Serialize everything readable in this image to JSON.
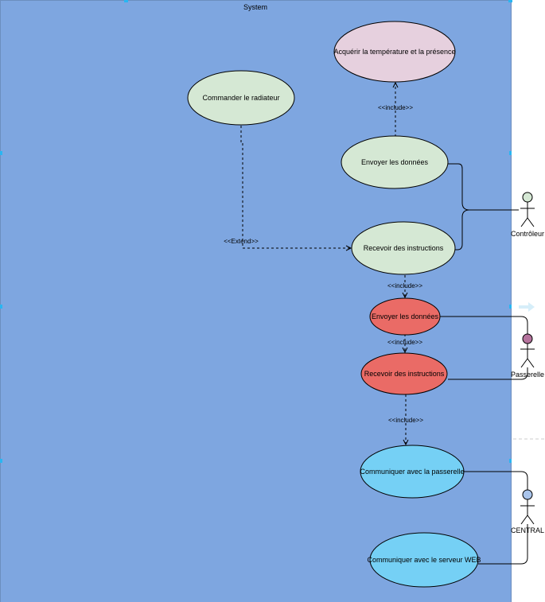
{
  "colors": {
    "system_fill": "#7ea6e0",
    "system_stroke": "#6c8ebf",
    "green_fill": "#d5e8d4",
    "pink_fill": "#e6d0de",
    "red_fill": "#ea6b66",
    "cyan_fill": "#75d0f5",
    "actor_green": "#d5e8d4",
    "actor_purple": "#b5739d",
    "actor_blue": "#a9c4eb"
  },
  "system": {
    "title": "System"
  },
  "use_cases": {
    "acquerir": "Acquérir la température et la présence",
    "commander": "Commander le radiateur",
    "envoyer1": "Envoyer les données",
    "recevoir1": "Recevoir des instructions",
    "envoyer2": "Envoyer les données",
    "recevoir2": "Recevoir des instructions",
    "comm_passerelle": "Communiquer avec la passerelle",
    "comm_web": "Communiquer avec le serveur WEB"
  },
  "relations": {
    "include1": "<<include>>",
    "extend": "<<Extend>>",
    "include2": "<<include>>",
    "include3": "<<include>>",
    "include4": "<<include>>"
  },
  "actors": {
    "controleur": "Contrôleur",
    "passerelle": "Passerelle",
    "central": "CENTRAL"
  }
}
